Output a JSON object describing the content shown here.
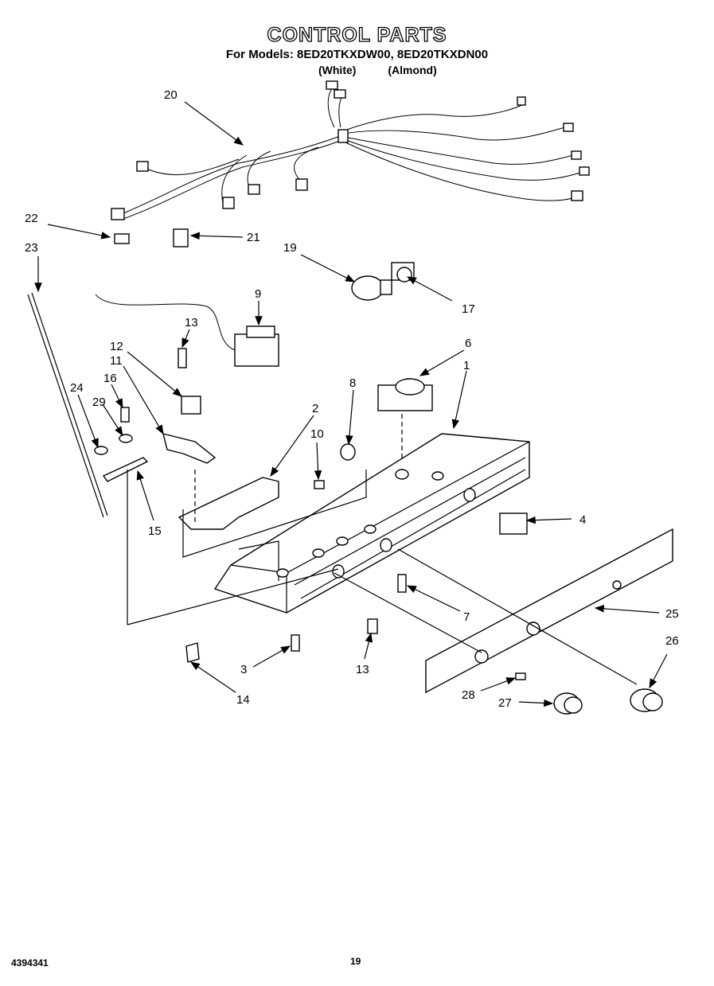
{
  "header": {
    "title": "CONTROL PARTS",
    "models": "For Models: 8ED20TKXDW00, 8ED20TKXDN00",
    "color_white": "(White)",
    "color_almond": "(Almond)"
  },
  "callouts": [
    "1",
    "2",
    "3",
    "4",
    "6",
    "7",
    "8",
    "9",
    "10",
    "11",
    "12",
    "13",
    "13",
    "14",
    "15",
    "16",
    "17",
    "19",
    "20",
    "21",
    "22",
    "23",
    "24",
    "25",
    "26",
    "27",
    "28",
    "29"
  ],
  "footer": {
    "doc_number": "4394341",
    "page": "19"
  }
}
